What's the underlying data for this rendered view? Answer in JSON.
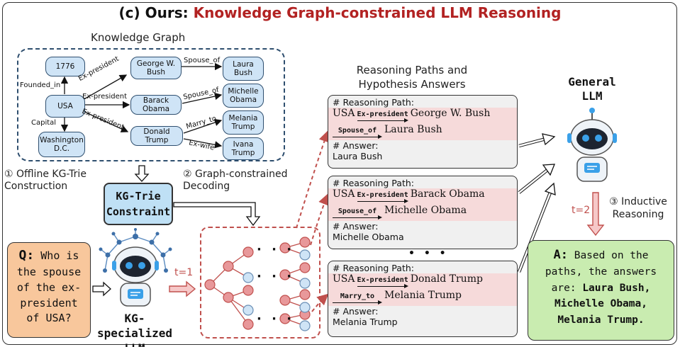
{
  "title": {
    "prefix": "(c) Ours:",
    "main": "Knowledge Graph-constrained LLM Reasoning"
  },
  "kg": {
    "title": "Knowledge Graph",
    "nodes": {
      "n1776": "1776",
      "usa": "USA",
      "washington": "Washington D.C.",
      "bush": "George W. Bush",
      "obama": "Barack Obama",
      "trump": "Donald Trump",
      "laura": "Laura Bush",
      "michelle": "Michelle Obama",
      "melania": "Melania Trump",
      "ivana": "Ivana Trump"
    },
    "edges": {
      "founded_in": "Founded_in",
      "capital": "Capital",
      "ex_president_1": "Ex-president",
      "ex_president_2": "Ex-president",
      "ex_president_3": "Ex-president",
      "spouse_of_1": "Spouse_of",
      "spouse_of_2": "Spouse_of",
      "marry_to": "Marry_to",
      "ex_wife": "Ex-wife"
    }
  },
  "steps": {
    "step1": "① Offline KG-Trie Construction",
    "step2": "② Graph-constrained Decoding",
    "step3": "③ Inductive Reasoning"
  },
  "kg_trie": {
    "line1": "KG-Trie",
    "line2": "Constraint"
  },
  "question": {
    "q": "Q:",
    "text": "Who is the spouse of the ex-president of USA?"
  },
  "kg_llm": {
    "line1": "KG-specialized",
    "line2": "LLM"
  },
  "t1": "t=1",
  "t2": "t=2",
  "decode_dots": "· · ·",
  "reasoning": {
    "header_line1": "Reasoning Paths and",
    "header_line2": "Hypothesis Answers",
    "ellipsis": "• • •",
    "paths": [
      {
        "path_label": "# Reasoning Path:",
        "head": "USA",
        "rel1": "Ex-president",
        "mid": "George W. Bush",
        "rel2": "Spouse_of",
        "tail": "Laura Bush",
        "answer_label": "# Answer:",
        "answer": "Laura Bush"
      },
      {
        "path_label": "# Reasoning Path:",
        "head": "USA",
        "rel1": "Ex-president",
        "mid": "Barack Obama",
        "rel2": "Spouse_of",
        "tail": "Michelle Obama",
        "answer_label": "# Answer:",
        "answer": "Michelle Obama"
      },
      {
        "path_label": "# Reasoning Path:",
        "head": "USA",
        "rel1": "Ex-president",
        "mid": "Donald Trump",
        "rel2": "Marry_to",
        "tail": "Melania Trump",
        "answer_label": "# Answer:",
        "answer": "Melania Trump"
      }
    ]
  },
  "general_llm": {
    "line1": "General",
    "line2": "LLM"
  },
  "answer": {
    "a": "A:",
    "text1": "Based on the paths, the answers are:",
    "names": "Laura Bush, Michelle Obama, Melania Trump."
  },
  "colors": {
    "accent_red": "#c0504d",
    "title_red": "#b22222",
    "node_blue": "#cfe4f6",
    "question_orange": "#f8c79c",
    "answer_green": "#c9ecb0",
    "robot_blue": "#3aa0e8"
  }
}
